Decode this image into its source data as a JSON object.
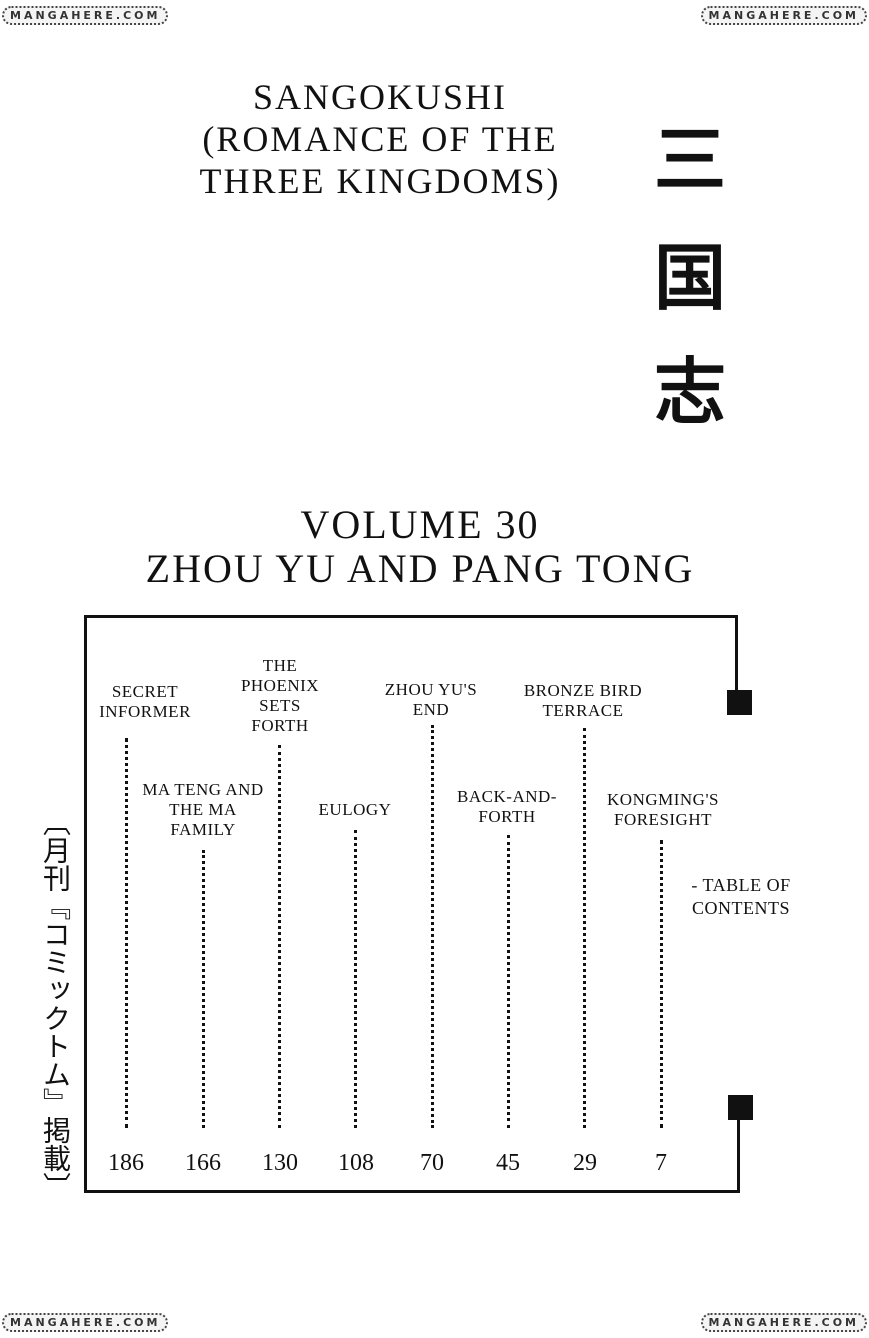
{
  "watermark": "MANGAHERE.COM",
  "title": {
    "line1": "Sangokushi",
    "line2": "(Romance of the",
    "line3": "Three Kingdoms)"
  },
  "kanji": [
    "三",
    "国",
    "志"
  ],
  "volume": {
    "number": "Volume 30",
    "subtitle": "Zhou Yu and Pang Tong"
  },
  "serialization": "〔月刊『コミックトム』掲載〕",
  "contents": [
    {
      "title": "Secret Informer",
      "page": "186"
    },
    {
      "title": "Ma Teng and the Ma Family",
      "page": "166"
    },
    {
      "title": "The Phoenix Sets Forth",
      "page": "130"
    },
    {
      "title": "Eulogy",
      "page": "108"
    },
    {
      "title": "Zhou Yu's End",
      "page": "70"
    },
    {
      "title": "Back-and-Forth",
      "page": "45"
    },
    {
      "title": "Bronze Bird Terrace",
      "page": "29"
    },
    {
      "title": "Kongming's Foresight",
      "page": "7"
    },
    {
      "title": "- Table of Contents"
    }
  ]
}
